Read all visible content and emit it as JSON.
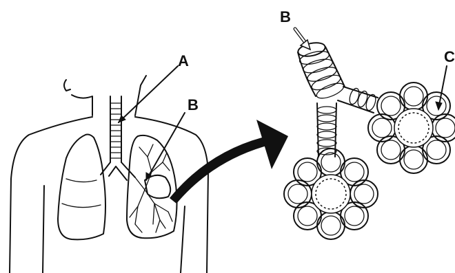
{
  "figure": {
    "labels": {
      "a": "A",
      "b_chest": "B",
      "b_zoom": "B",
      "c": "C"
    },
    "icons": [
      "arrow-icon"
    ]
  }
}
